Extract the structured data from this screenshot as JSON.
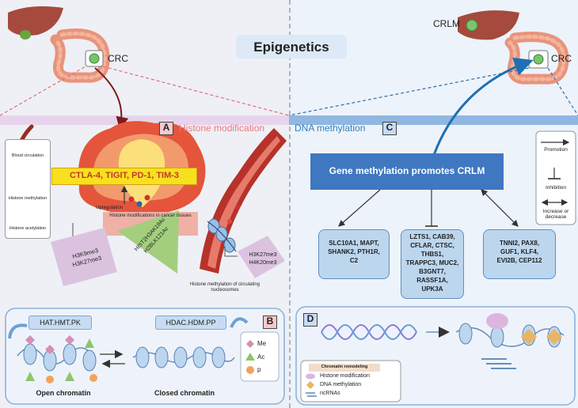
{
  "title": "Epigenetics",
  "organs": {
    "crc_left": "CRC",
    "crlm": "CRLM",
    "crc_right": "CRC"
  },
  "panel_a": {
    "letter": "A",
    "heading": "Histone modification",
    "checkpoints": "CTLA-4, TIGIT, PD-1, TIM-3",
    "upregulation": "Upregulation",
    "tissue_label": "Histone modifications in cancer tissues",
    "legend": {
      "blood": "Blood circulation",
      "methylation": "Histone methylation",
      "acetylation": "Histone acetylation"
    },
    "marks_methylation": [
      "H3K9me3",
      "H3K27me3"
    ],
    "marks_acetylation": [
      "HIST2H3AK19Ac",
      "H2BLK121Ac"
    ],
    "marks_circulating": [
      "H3K27me3",
      "H4K20me3"
    ],
    "circulating_label": "Histone methylation of circulating nucleosomes"
  },
  "panel_b": {
    "letter": "B",
    "writers": "HAT.HMT.PK",
    "erasers": "HDAC.HDM.PP",
    "open": "Open chromatin",
    "closed": "Closed chromatin",
    "legend": {
      "me": "Me",
      "ac": "Ac",
      "p": "p"
    }
  },
  "panel_c": {
    "letter": "C",
    "heading": "DNA methylation",
    "main": "Gene methylation promotes CRLM",
    "legend": {
      "promotion": "Promotion",
      "inhibition": "Inhibition",
      "both": "Increase or decrease"
    },
    "gene_box_1": [
      "SLC10A1, MAPT,",
      "SHANK2, PTH1R,",
      "C2"
    ],
    "gene_box_2": [
      "LZTS1, CAB39,",
      "CFLAR, CTSC,",
      "THBS1,",
      "TRAPPC3, MUC2,",
      "B3GNT7,",
      "RASSF1A,",
      "UPK3A"
    ],
    "gene_box_3": [
      "TNNI2, PAX8,",
      "GUF1, KLF4,",
      "EVI2B, CEP112"
    ]
  },
  "panel_d": {
    "letter": "D",
    "legend_title": "Chromatin remodeling",
    "legend": {
      "histone": "Histone modification",
      "dna": "DNA methylation",
      "ncrna": "ncRNAs"
    }
  },
  "colors": {
    "left_bg": "#eef0f5",
    "right_bg": "#edf3fa",
    "pink_accent": "#e9797f",
    "blue_accent": "#2f7fbf",
    "gene_box_fill": "#bcd6ee",
    "main_box_fill": "#3f78c1",
    "checkpoint_fill": "#f7e11d",
    "methylation_mark": "#d9a9cf",
    "acetylation_mark": "#9ccf71"
  }
}
